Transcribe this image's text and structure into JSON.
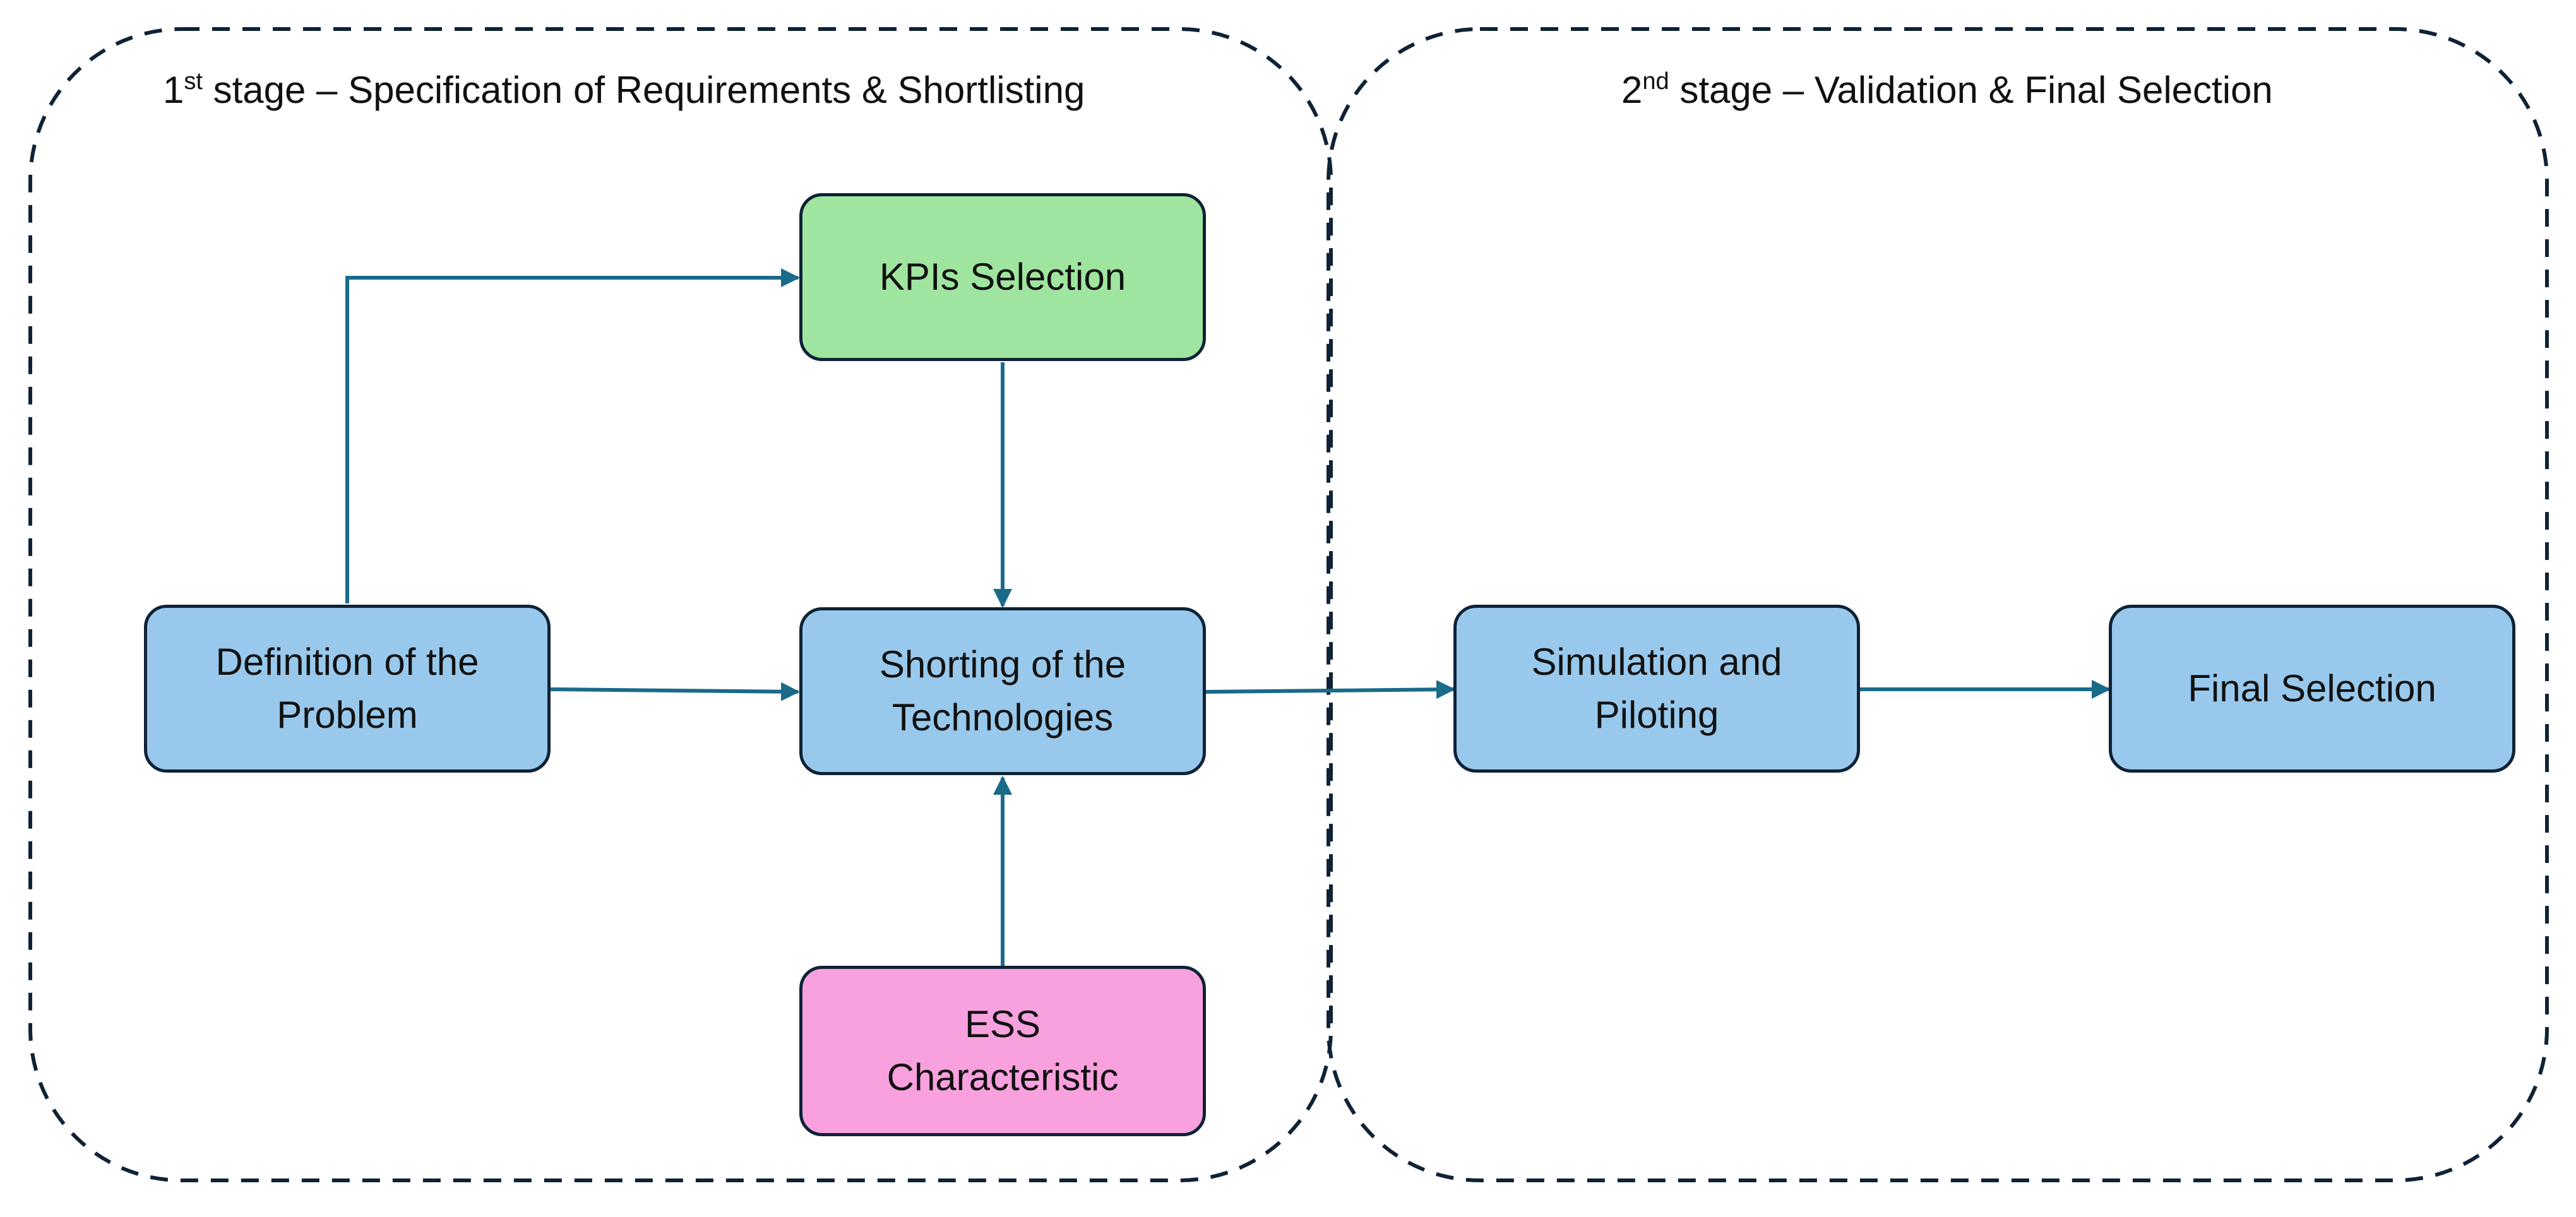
{
  "stages": [
    {
      "number": "1",
      "suffix": "st",
      "text": "stage – Specification of Requirements & Shortlisting"
    },
    {
      "number": "2",
      "suffix": "nd",
      "text": "stage – Validation & Final Selection"
    }
  ],
  "nodes": {
    "definition": {
      "lines": [
        "Definition of the",
        "Problem"
      ]
    },
    "kpis": {
      "lines": [
        "KPIs Selection"
      ]
    },
    "shorting": {
      "lines": [
        "Shorting of the",
        "Technologies"
      ]
    },
    "ess": {
      "lines": [
        "ESS",
        "Characteristic"
      ]
    },
    "simulation": {
      "lines": [
        "Simulation and",
        "Piloting"
      ]
    },
    "final": {
      "lines": [
        "Final Selection"
      ]
    }
  },
  "colors": {
    "process_fill": "#98c9ec",
    "kpi_fill": "#9fe59f",
    "ess_fill": "#f9a1de",
    "border": "#0f2236",
    "connector": "#1a6a8a"
  }
}
